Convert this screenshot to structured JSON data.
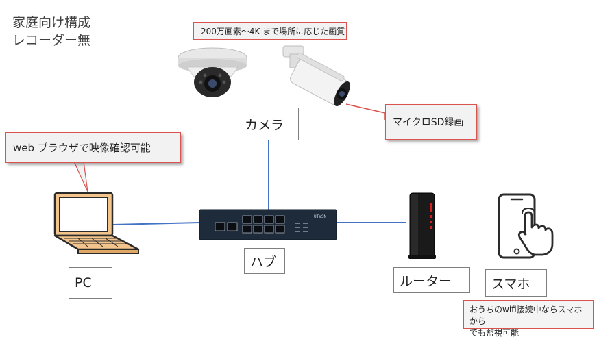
{
  "title": {
    "line1": "家庭向け構成",
    "line2": "レコーダー無"
  },
  "devices": {
    "camera": "カメラ",
    "hub": "ハブ",
    "pc": "PC",
    "router": "ルーター",
    "phone": "スマホ"
  },
  "callouts": {
    "resolution": "200万画素～4K まで場所に応じた画質",
    "microsd": "マイクロSD録画",
    "browser": "web ブラウザで映像確認可能",
    "wifi_line1": "おうちのwifi接続中ならスマホから",
    "wifi_line2": "でも監視可能"
  },
  "hub_brand": "UTVSN",
  "colors": {
    "link": "#4472c4",
    "accent": "#d9534f",
    "router_led": "#d62020"
  }
}
